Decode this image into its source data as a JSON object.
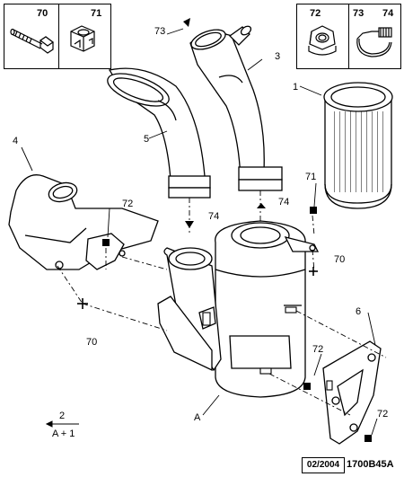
{
  "hardware_boxes": {
    "left": {
      "items": [
        {
          "label": "70",
          "icon": "bolt-icon"
        },
        {
          "label": "71",
          "icon": "clip-nut-icon"
        }
      ]
    },
    "right": {
      "items": [
        {
          "label": "72",
          "icon": "hex-nut-icon"
        },
        {
          "label": "73",
          "icon": "hose-clamp-icon"
        },
        {
          "label": "74",
          "icon": "hose-clamp-icon"
        }
      ]
    }
  },
  "callouts": {
    "c1": "1",
    "c3": "3",
    "c4": "4",
    "c5": "5",
    "c6": "6",
    "c70a": "70",
    "c70b": "70",
    "c71": "71",
    "c72a": "72",
    "c72b": "72",
    "c72c": "72",
    "c73": "73",
    "c74a": "74",
    "c74b": "74",
    "cA": "A"
  },
  "legend": {
    "top": "2",
    "bottom": "A + 1"
  },
  "footer": {
    "date": "02/2004",
    "reference": "1700B45A"
  }
}
